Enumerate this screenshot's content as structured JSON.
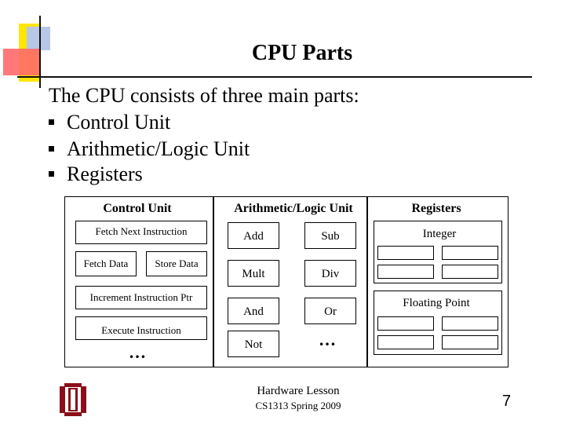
{
  "slide": {
    "title": "CPU Parts",
    "intro": "The CPU consists of three main parts:",
    "bullets": [
      "Control Unit",
      "Arithmetic/Logic Unit",
      "Registers"
    ]
  },
  "diagram": {
    "control_unit": {
      "title": "Control Unit",
      "items": [
        "Fetch Next Instruction",
        "Fetch Data",
        "Store Data",
        "Increment Instruction Ptr",
        "Execute Instruction"
      ],
      "ellipsis": "…"
    },
    "alu": {
      "title": "Arithmetic/Logic Unit",
      "ops": [
        "Add",
        "Sub",
        "Mult",
        "Div",
        "And",
        "Or",
        "Not"
      ],
      "ellipsis": "…"
    },
    "registers": {
      "title": "Registers",
      "integer_label": "Integer",
      "floating_label": "Floating Point"
    }
  },
  "footer": {
    "line1": "Hardware Lesson",
    "line2": "CS1313 Spring 2009",
    "page_number": "7"
  },
  "colors": {
    "deco_yellow": "#ffe600",
    "deco_red": "#ff6a6a",
    "deco_blue": "#b6c8e6",
    "logo_red": "#8b0f1a"
  }
}
